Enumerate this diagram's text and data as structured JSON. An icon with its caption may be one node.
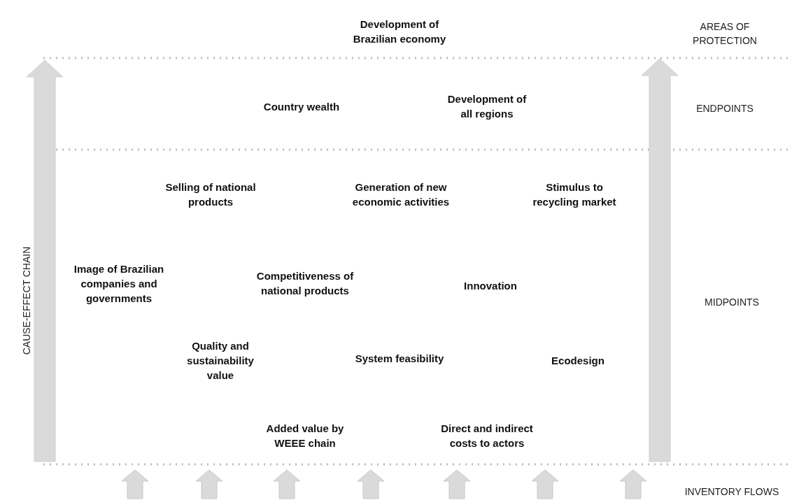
{
  "diagram": {
    "labels": [
      "Development of Brazilian economy",
      "AREAS OF PROTECTION",
      "Country wealth",
      "Development of all regions",
      "ENDPOINTS",
      "Selling of national products",
      "Generation of new economic activities",
      "Stimulus to recycling market",
      "CAUSE-EFFECT CHAIN",
      "Image of Brazilian companies and governments",
      "Competitiveness of national products",
      "Innovation",
      "MIDPOINTS",
      "Quality and sustainability value",
      "System feasibility",
      "Ecodesign",
      "Added value by WEEE chain",
      "Direct and indirect costs to actors",
      "INVENTORY FLOWS"
    ]
  }
}
